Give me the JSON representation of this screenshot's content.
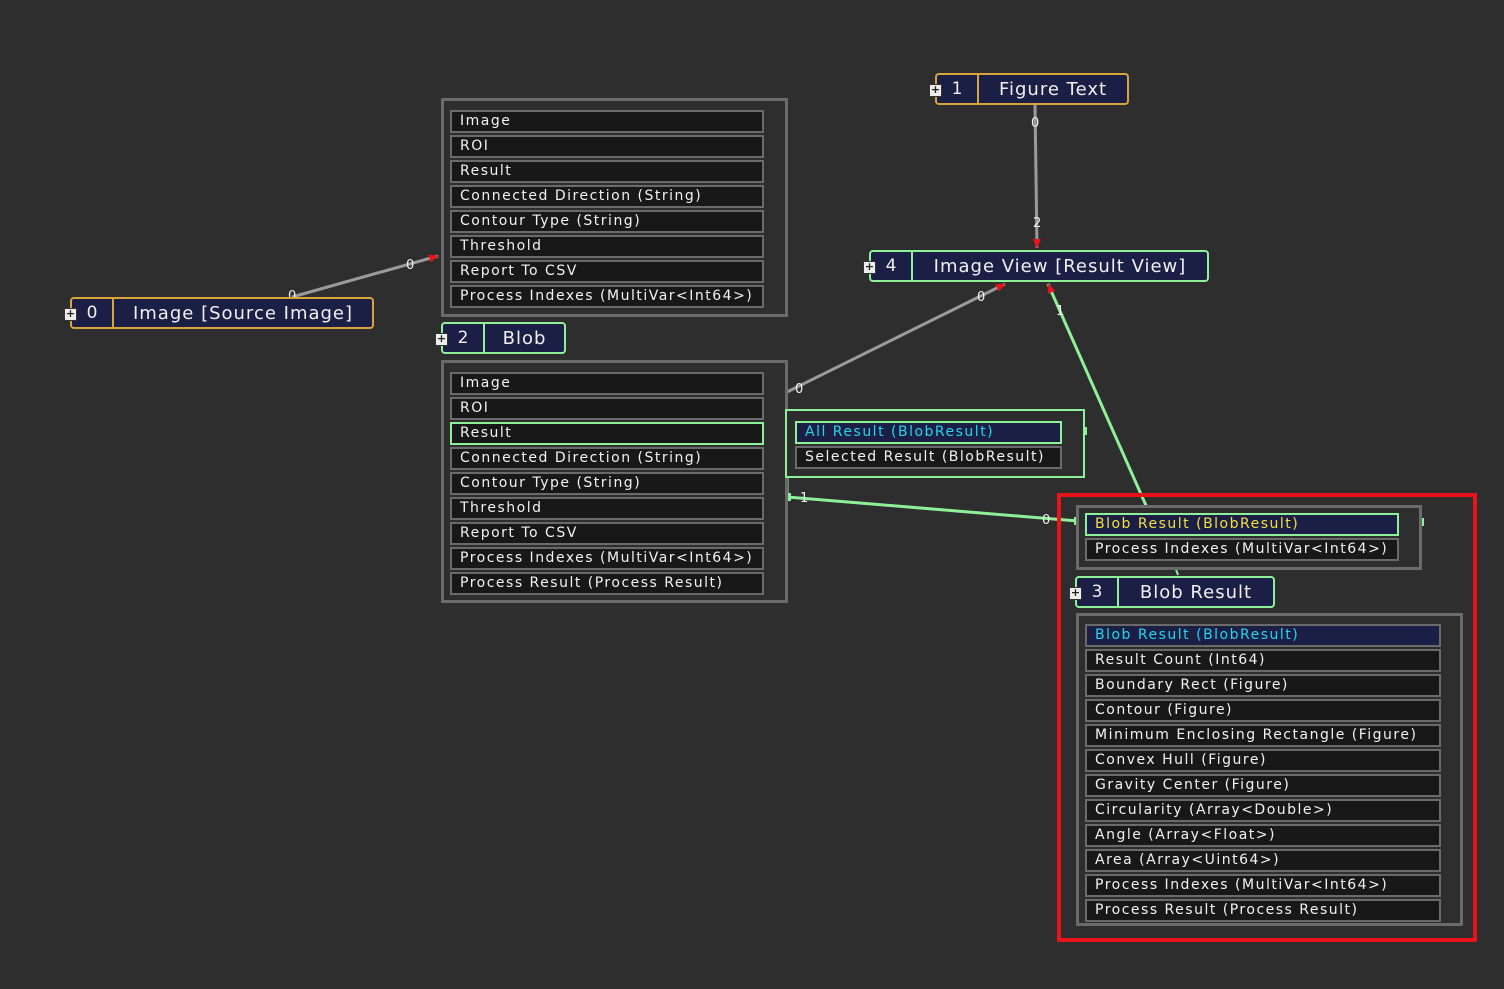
{
  "nodes": {
    "n0": {
      "index": "0",
      "name": "Image [Source Image]"
    },
    "n1": {
      "index": "1",
      "name": "Figure Text"
    },
    "n2": {
      "index": "2",
      "name": "Blob"
    },
    "n3": {
      "index": "3",
      "name": "Blob Result"
    },
    "n4": {
      "index": "4",
      "name": "Image View [Result View]"
    }
  },
  "blob_inputs": [
    "Image",
    "ROI",
    "Result",
    "Connected Direction (String)",
    "Contour Type (String)",
    "Threshold",
    "Report To CSV",
    "Process Indexes (MultiVar<Int64>)"
  ],
  "blob_outputs": [
    "Image",
    "ROI",
    "Result",
    "Connected Direction (String)",
    "Contour Type (String)",
    "Threshold",
    "Report To CSV",
    "Process Indexes (MultiVar<Int64>)",
    "Process Result (Process Result)"
  ],
  "result_subports": [
    "All Result (BlobResult)",
    "Selected Result (BlobResult)"
  ],
  "blob_result_inputs": [
    "Blob Result (BlobResult)",
    "Process Indexes (MultiVar<Int64>)"
  ],
  "blob_result_outputs": [
    "Blob Result (BlobResult)",
    "Result Count (Int64)",
    "Boundary Rect (Figure)",
    "Contour (Figure)",
    "Minimum Enclosing Rectangle (Figure)",
    "Convex Hull (Figure)",
    "Gravity Center (Figure)",
    "Circularity (Array<Double>)",
    "Angle (Array<Float>)",
    "Area (Array<Uint64>)",
    "Process Indexes (MultiVar<Int64>)",
    "Process Result (Process Result)"
  ],
  "wire_labels": {
    "src_out": "0",
    "src_in": "0",
    "ft_out": "0",
    "ft_in": "2",
    "img_out": "0",
    "img_in": "0",
    "br_out": "1",
    "br_in": "0",
    "view_in": "1"
  },
  "colors": {
    "accent_green": "#8ff09a",
    "node_orange": "#d9a33b",
    "arrow_red": "#e8141a",
    "highlight_red": "#e8141a",
    "label_cyan": "#22d6ee",
    "label_yellow": "#f0e040"
  }
}
